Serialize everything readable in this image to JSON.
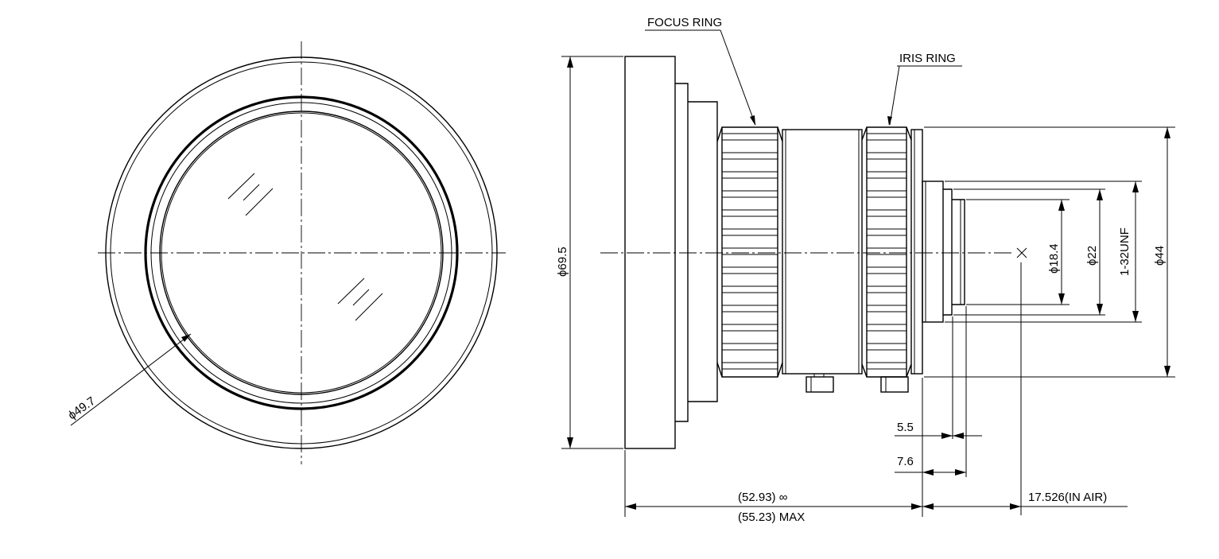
{
  "labels": {
    "focus_ring": "FOCUS RING",
    "iris_ring": "IRIS RING"
  },
  "dimensions": {
    "front_glass_dia": "ϕ49.7",
    "front_outer_dia": "ϕ69.5",
    "rear_dia_18_4": "ϕ18.4",
    "rear_dia_22": "ϕ22",
    "mount_thread": "1-32UNF",
    "body_dia_44": "ϕ44",
    "flange_5_5": "5.5",
    "flange_7_6": "7.6",
    "length_infinity": "(52.93) ∞",
    "length_max": "(55.23) MAX",
    "back_focus": "17.526(IN AIR)"
  }
}
